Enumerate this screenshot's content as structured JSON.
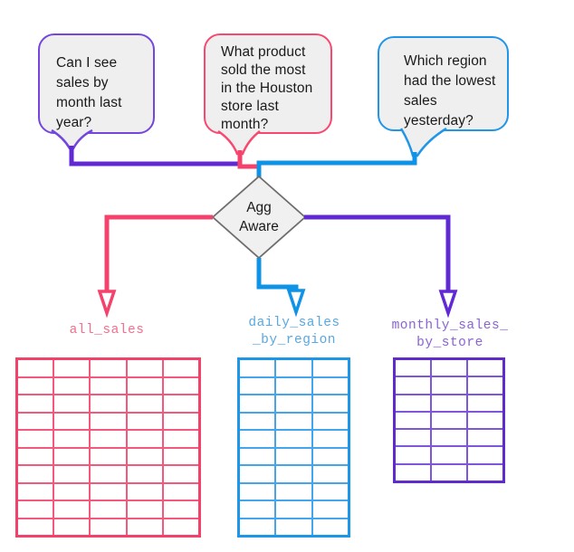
{
  "colors": {
    "purple": "#6129D3",
    "pink": "#F4426C",
    "blue": "#0F93E6",
    "bubble_fill": "#EFEFEF",
    "bubble1_border": "#7446DE",
    "bubble2_border": "#F9486F",
    "bubble3_border": "#2196E8",
    "diamond_fill": "#F0F0F0",
    "diamond_border": "#6E6E6E",
    "arrow_fill": "#FFFFFF"
  },
  "bubbles": [
    {
      "id": "question-sales-by-month",
      "lines": [
        "Can I see",
        "sales by",
        "month last",
        "year?"
      ]
    },
    {
      "id": "question-top-product-houston",
      "lines": [
        "What product",
        "sold the most",
        "in the Houston",
        "store last",
        "month?"
      ]
    },
    {
      "id": "question-lowest-region",
      "lines": [
        "Which region",
        "had the lowest",
        "sales",
        "yesterday?"
      ]
    }
  ],
  "decision": {
    "lines": [
      "Agg",
      "Aware"
    ]
  },
  "tables": [
    {
      "name": "all_sales",
      "label_lines": [
        "all_sales"
      ],
      "label_color": "#F2708E",
      "border_color": "#F2416B",
      "grid_color": "#F4587C",
      "cols": 5,
      "rows": 10
    },
    {
      "name": "daily_sales_by_region",
      "label_lines": [
        "daily_sales",
        "_by_region"
      ],
      "label_color": "#58A8E2",
      "border_color": "#1E96E8",
      "grid_color": "#43A6EC",
      "cols": 3,
      "rows": 10
    },
    {
      "name": "monthly_sales_by_store",
      "label_lines": [
        "monthly_sales_",
        "by_store"
      ],
      "label_color": "#8A63D2",
      "border_color": "#5F2CC9",
      "grid_color": "#7E55DD",
      "cols": 3,
      "rows": 7
    }
  ]
}
